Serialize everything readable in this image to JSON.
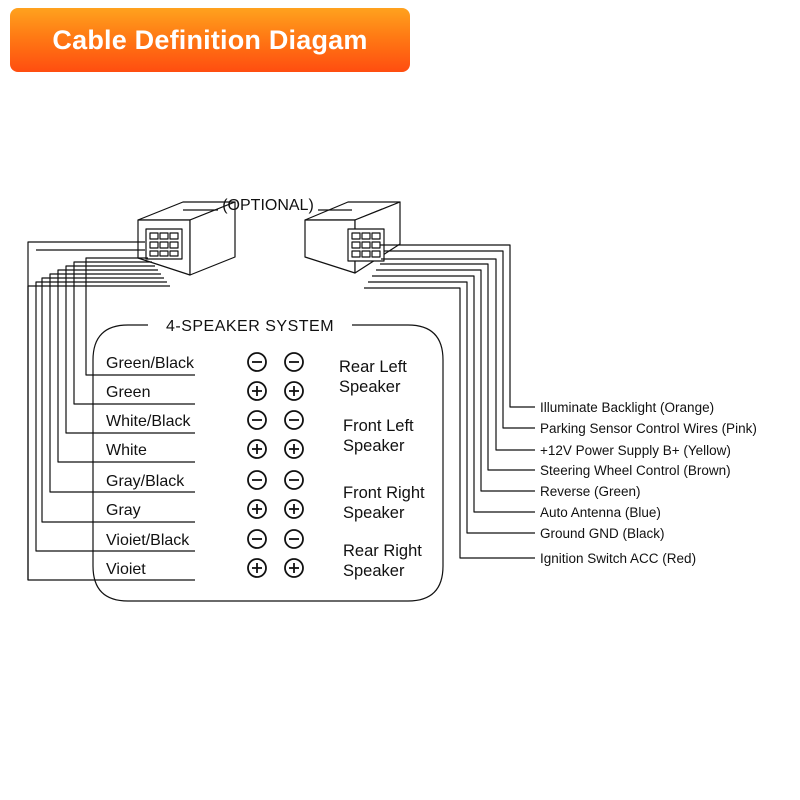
{
  "title": "Cable Definition Diagam",
  "optional_label": "(OPTIONAL)",
  "system_title": "4-SPEAKER SYSTEM",
  "symbols": {
    "minus": "−",
    "plus": "+"
  },
  "wires": [
    {
      "label": "Green/Black",
      "polarity": "minus"
    },
    {
      "label": "Green",
      "polarity": "plus"
    },
    {
      "label": "White/Black",
      "polarity": "minus"
    },
    {
      "label": "White",
      "polarity": "plus"
    },
    {
      "label": "Gray/Black",
      "polarity": "minus"
    },
    {
      "label": "Gray",
      "polarity": "plus"
    },
    {
      "label": "Vioiet/Black",
      "polarity": "minus"
    },
    {
      "label": "Vioiet",
      "polarity": "plus"
    }
  ],
  "speakers": [
    {
      "line1": "Rear Left",
      "line2": "Speaker"
    },
    {
      "line1": "Front Left",
      "line2": "Speaker"
    },
    {
      "line1": "Front Right",
      "line2": "Speaker"
    },
    {
      "line1": "Rear Right",
      "line2": "Speaker"
    }
  ],
  "power_wires": [
    "Illuminate Backlight (Orange)",
    "Parking Sensor Control Wires (Pink)",
    "+12V Power Supply B+ (Yellow)",
    "Steering Wheel Control (Brown)",
    "Reverse (Green)",
    "Auto Antenna (Blue)",
    "Ground GND (Black)",
    "Ignition Switch ACC (Red)"
  ],
  "colors": {
    "banner_top": "#ffa21e",
    "banner_bottom": "#ff4d10",
    "ink": "#111111"
  }
}
